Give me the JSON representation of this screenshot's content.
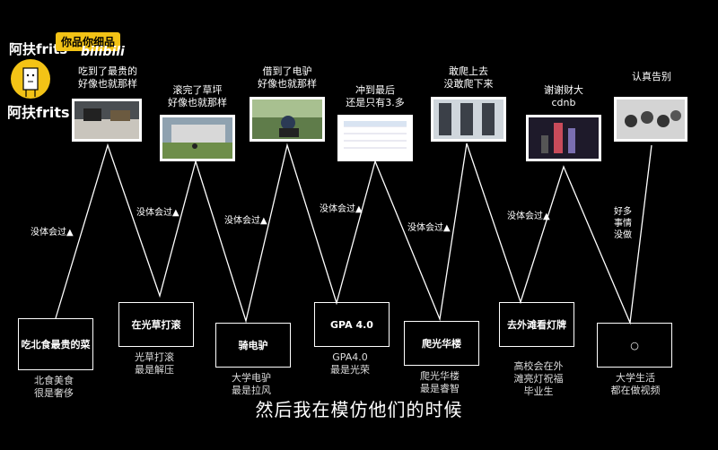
{
  "header": {
    "channel_name": "阿扶frits",
    "channel_name_bottom": "阿扶frits",
    "badge": "你品你细品",
    "platform": "bilibili"
  },
  "peaks": [
    {
      "caption": "吃到了最贵的\n好像也就那样"
    },
    {
      "caption": "滚完了草坪\n好像也就那样"
    },
    {
      "caption": "借到了电驴\n好像也就那样"
    },
    {
      "caption": "冲到最后\n还是只有3.多"
    },
    {
      "caption": "敢爬上去\n没敢爬下来"
    },
    {
      "caption": "谢谢财大\ncdnb"
    },
    {
      "caption": "认真告别"
    }
  ],
  "mid_labels": [
    "没体会过▲",
    "没体会过▲",
    "没体会过▲",
    "没体会过▲",
    "没体会过▲",
    "没体会过▲",
    "好多\n事情\n没做"
  ],
  "troughs": [
    {
      "box": "吃北食最贵的菜",
      "caption": "北食美食\n很是奢侈"
    },
    {
      "box": "在光草打滚",
      "caption": "光草打滚\n最是解压"
    },
    {
      "box": "骑电驴",
      "caption": "大学电驴\n最是拉风"
    },
    {
      "box": "GPA 4.0",
      "caption": "GPA4.0\n最是光荣"
    },
    {
      "box": "爬光华楼",
      "caption": "爬光华楼\n最是睿智"
    },
    {
      "box": "去外滩看灯牌",
      "caption": "高校会在外\n滩亮灯祝福\n毕业生"
    },
    {
      "box": "○",
      "caption": "大学生活\n都在做视频"
    }
  ],
  "subtitle": "然后我在模仿他们的时候",
  "colors": {
    "background": "#000000",
    "line": "#ffffff",
    "badge": "#f3c316"
  }
}
